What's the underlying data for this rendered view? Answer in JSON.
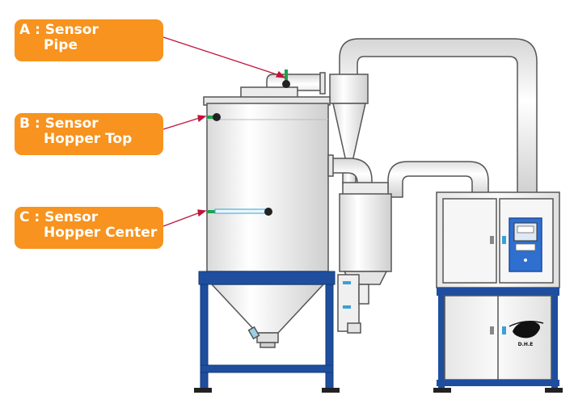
{
  "labels": [
    {
      "id": "a",
      "line1": "A : Sensor",
      "line2": "Pipe"
    },
    {
      "id": "b",
      "line1": "B : Sensor",
      "line2": "Hopper Top"
    },
    {
      "id": "c",
      "line1": "C : Sensor",
      "line2": "Hopper Center"
    }
  ],
  "logo_text": "D.H.E",
  "colors": {
    "label_bg": "#f7931e",
    "label_text": "#ffffff",
    "frame_blue": "#1f4e9e",
    "pointer_red": "#c0143c",
    "sensor_green": "#1aa34a",
    "outline": "#555555",
    "body_fill": "#f2f2f2"
  }
}
